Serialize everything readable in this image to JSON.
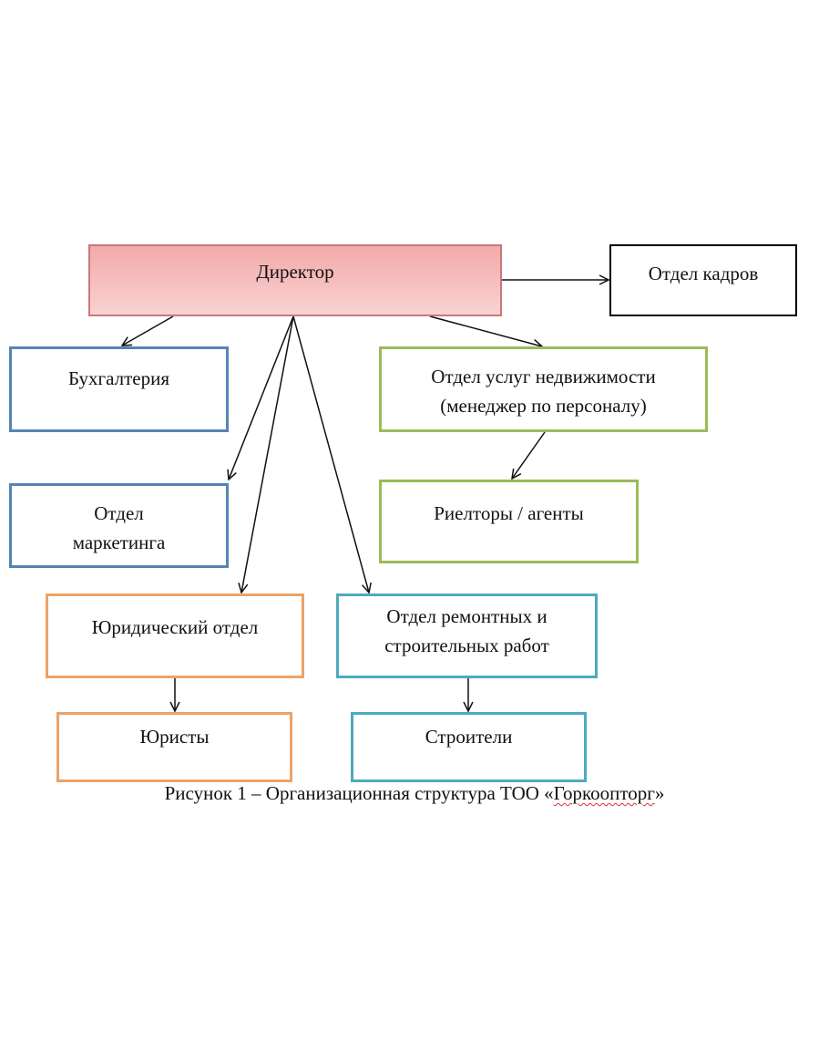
{
  "nodes": {
    "director": "Директор",
    "hr": "Отдел кадров",
    "accounting": "Бухгалтерия",
    "realty_line1": "Отдел услуг недвижимости",
    "realty_line2": "(менеджер по персоналу)",
    "marketing_line1": "Отдел",
    "marketing_line2": "маркетинга",
    "agents": "Риелторы / агенты",
    "legal": "Юридический отдел",
    "construction_line1": "Отдел ремонтных и",
    "construction_line2": "строительных работ",
    "lawyers": "Юристы",
    "builders": "Строители"
  },
  "caption": {
    "prefix": "Рисунок 1 – Организационная структура ТОО «",
    "company": "Горкоопторг",
    "suffix": "»"
  },
  "colors": {
    "director_fill": "#f3a9a9",
    "blue": "#5585b5",
    "green": "#9bbb59",
    "orange": "#eda266",
    "teal": "#4eaabe"
  }
}
